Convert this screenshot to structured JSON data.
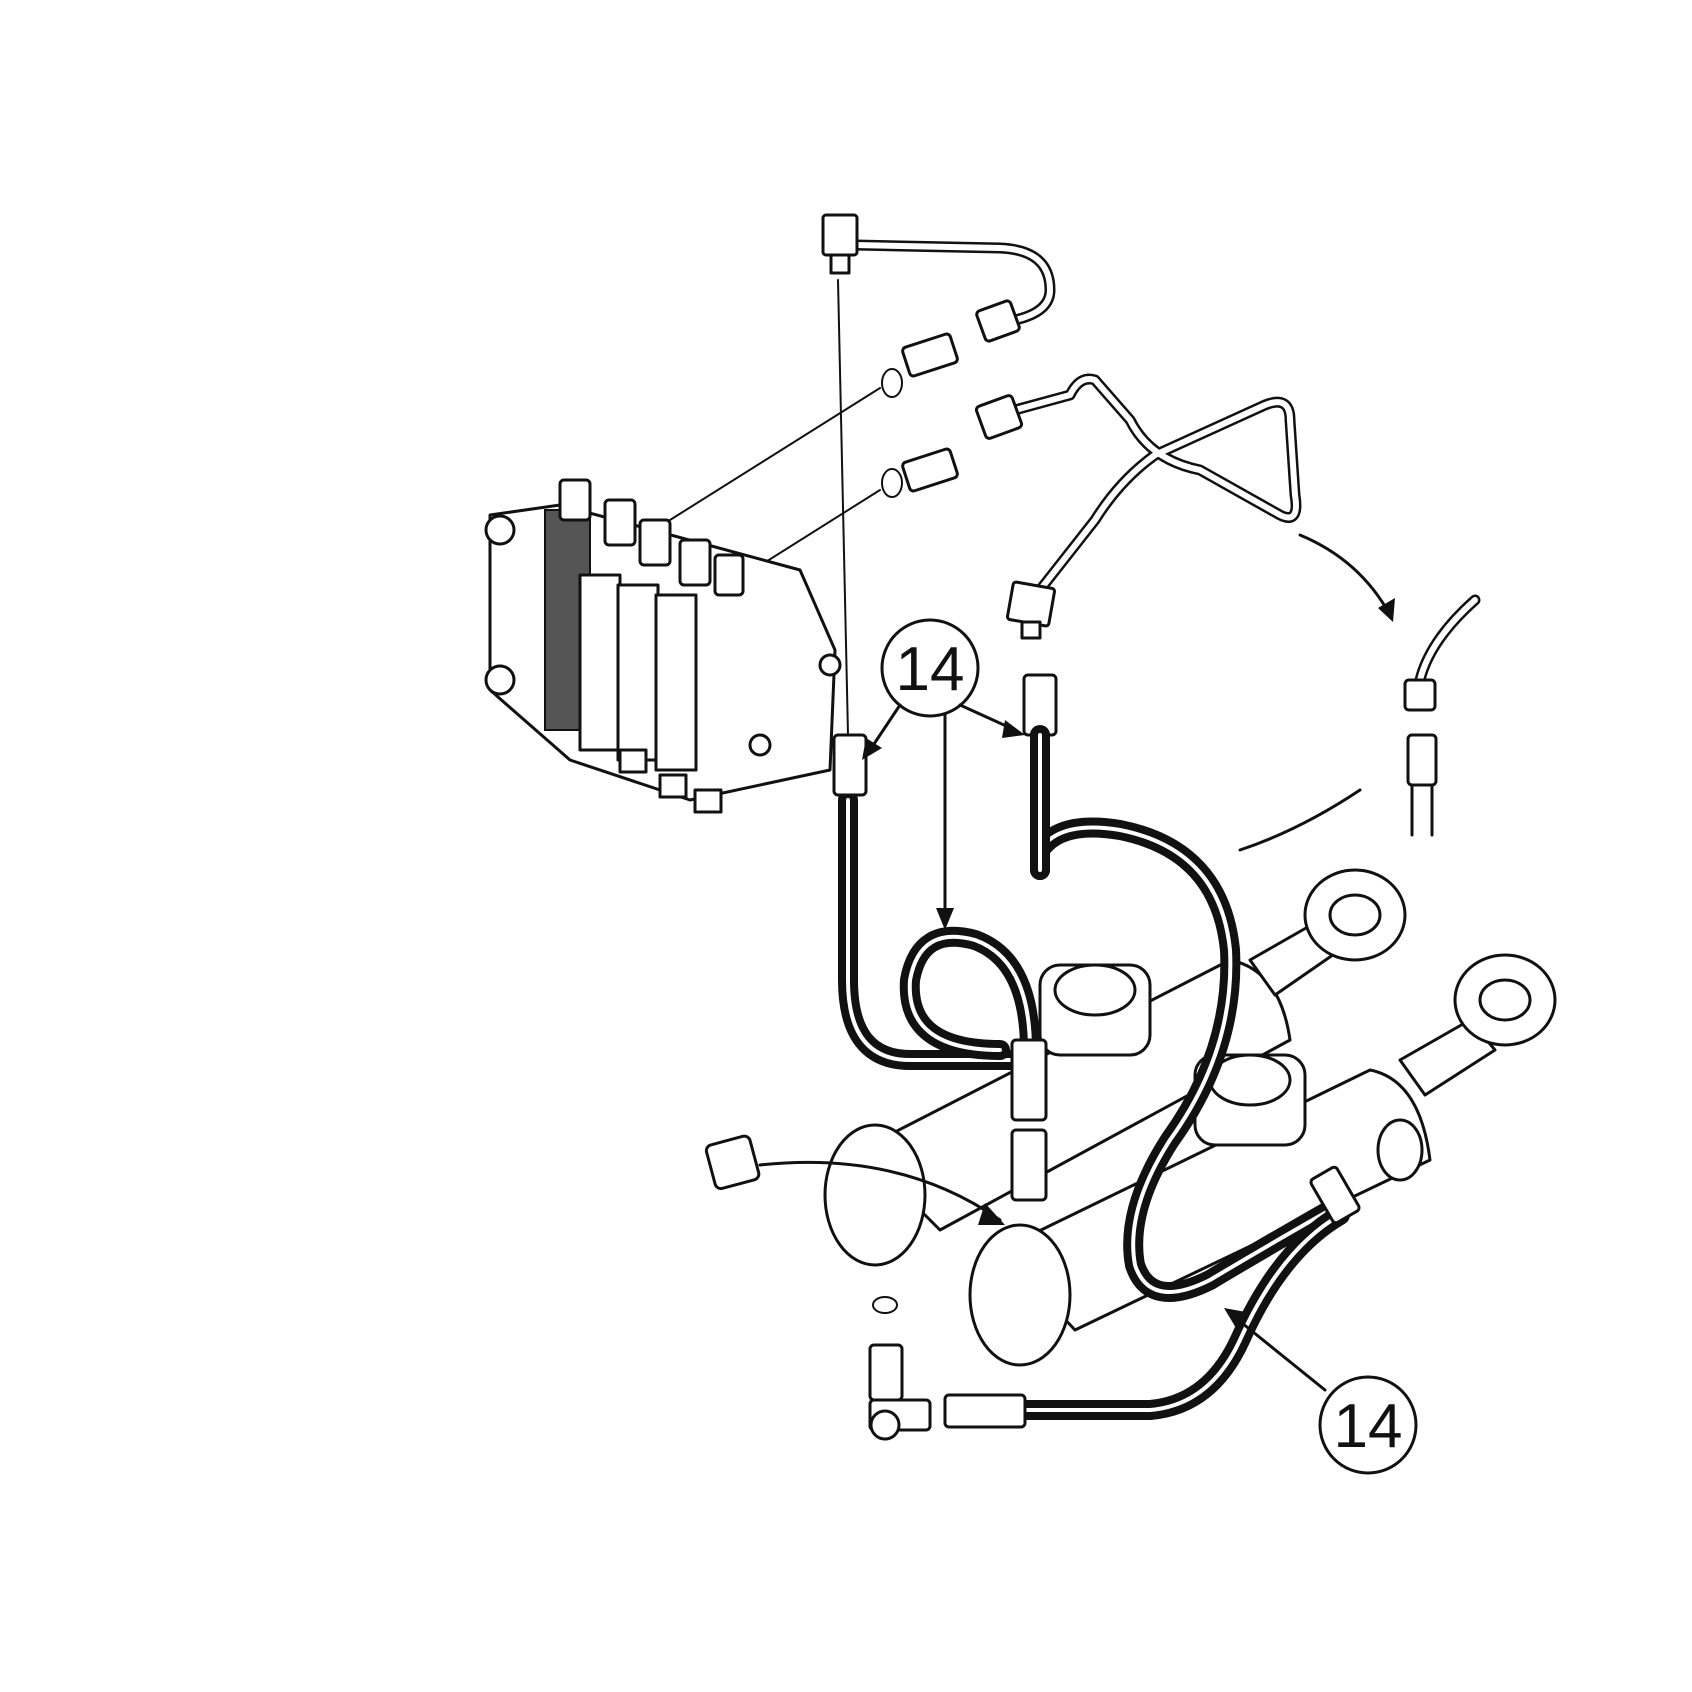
{
  "callouts": [
    {
      "id": "callout-1",
      "label": "14"
    },
    {
      "id": "callout-2",
      "label": "14"
    }
  ],
  "colors": {
    "ink": "#111111",
    "background": "#ffffff"
  }
}
